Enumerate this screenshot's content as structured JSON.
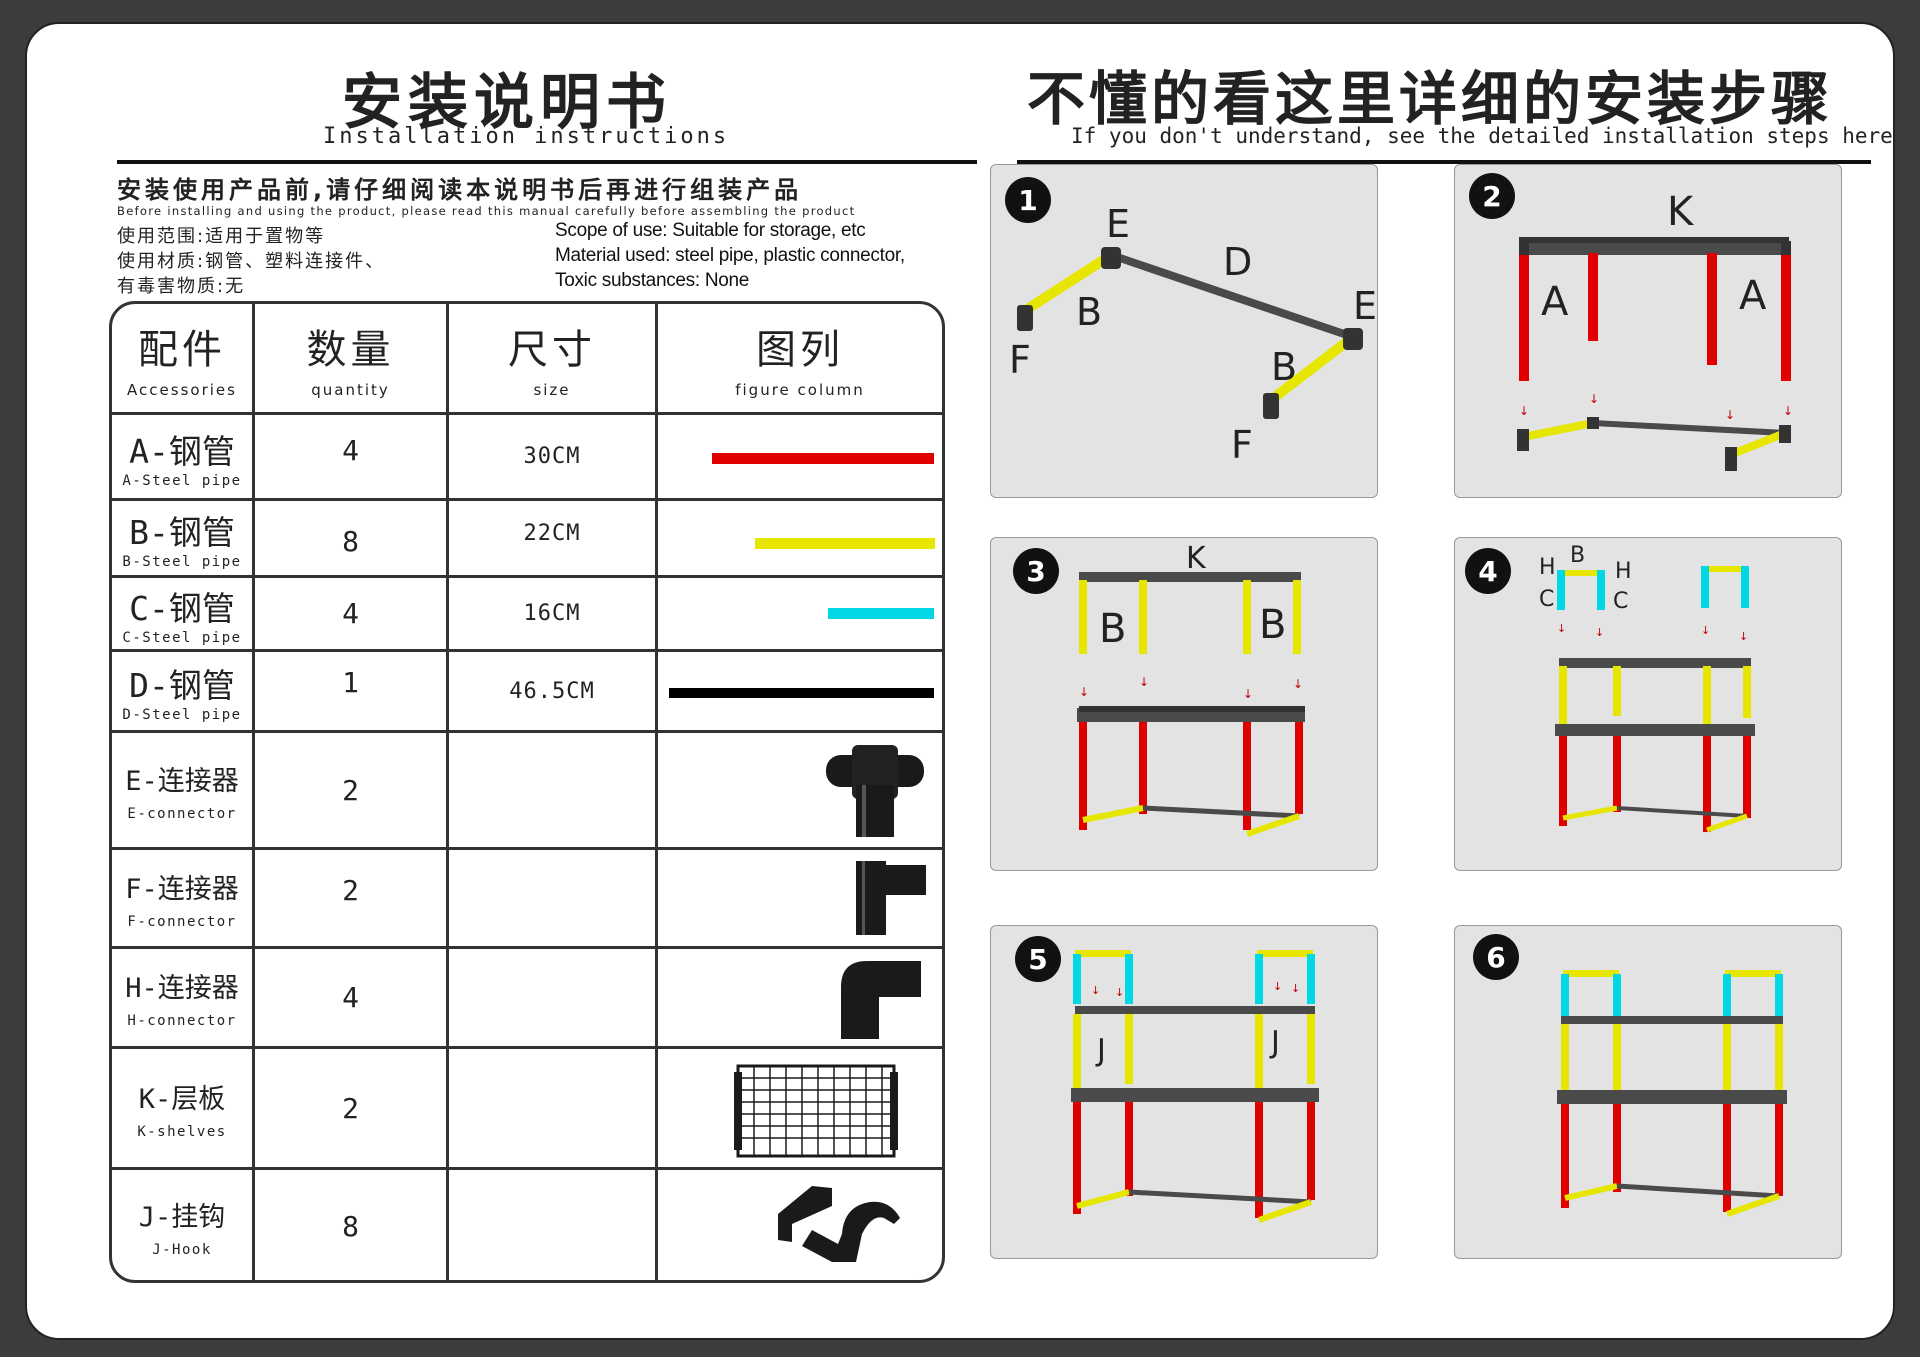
{
  "header": {
    "title_cn": "安装说明书",
    "title_en": "Installation instructions",
    "steps_title_cn": "不懂的看这里详细的安装步骤",
    "steps_title_en": "If you don't understand, see the detailed installation steps here"
  },
  "intro": {
    "cn": "安装使用产品前,请仔细阅读本说明书后再进行组装产品",
    "en": "Before installing and using the product, please read this manual carefully before assembling the product"
  },
  "specs": {
    "cn": [
      "使用范围:适用于置物等",
      "使用材质:钢管、塑料连接件、",
      "有毒害物质:无"
    ],
    "en": [
      "Scope of use: Suitable for storage, etc",
      "Material used: steel pipe, plastic connector,",
      "Toxic substances: None"
    ]
  },
  "table": {
    "headers": [
      {
        "cn": "配件",
        "en": "Accessories"
      },
      {
        "cn": "数量",
        "en": "quantity"
      },
      {
        "cn": "尺寸",
        "en": "size"
      },
      {
        "cn": "图列",
        "en": "figure column"
      }
    ],
    "rows": [
      {
        "cn": "A-钢管",
        "en": "A-Steel pipe",
        "qty": "4",
        "size": "30CM",
        "color": "#e00000"
      },
      {
        "cn": "B-钢管",
        "en": "B-Steel pipe",
        "qty": "8",
        "size": "22CM",
        "color": "#e6e600"
      },
      {
        "cn": "C-钢管",
        "en": "C-Steel pipe",
        "qty": "4",
        "size": "16CM",
        "color": "#00d8e6"
      },
      {
        "cn": "D-钢管",
        "en": "D-Steel pipe",
        "qty": "1",
        "size": "46.5CM",
        "color": "#000000"
      },
      {
        "cn": "E-连接器",
        "en": "E-connector",
        "qty": "2",
        "size": ""
      },
      {
        "cn": "F-连接器",
        "en": "F-connector",
        "qty": "2",
        "size": ""
      },
      {
        "cn": "H-连接器",
        "en": "H-connector",
        "qty": "4",
        "size": ""
      },
      {
        "cn": "K-层板",
        "en": "K-shelves",
        "qty": "2",
        "size": ""
      },
      {
        "cn": "J-挂钩",
        "en": "J-Hook",
        "qty": "8",
        "size": ""
      }
    ]
  },
  "steps": {
    "numbers": [
      "1",
      "2",
      "3",
      "4",
      "5",
      "6"
    ],
    "labels": {
      "A": "A",
      "B": "B",
      "C": "C",
      "D": "D",
      "E": "E",
      "F": "F",
      "H": "H",
      "J": "J",
      "K": "K"
    }
  },
  "colors": {
    "red": "#e00000",
    "yellow": "#e6e600",
    "cyan": "#00d8e6",
    "dark": "#4a4a4a"
  }
}
